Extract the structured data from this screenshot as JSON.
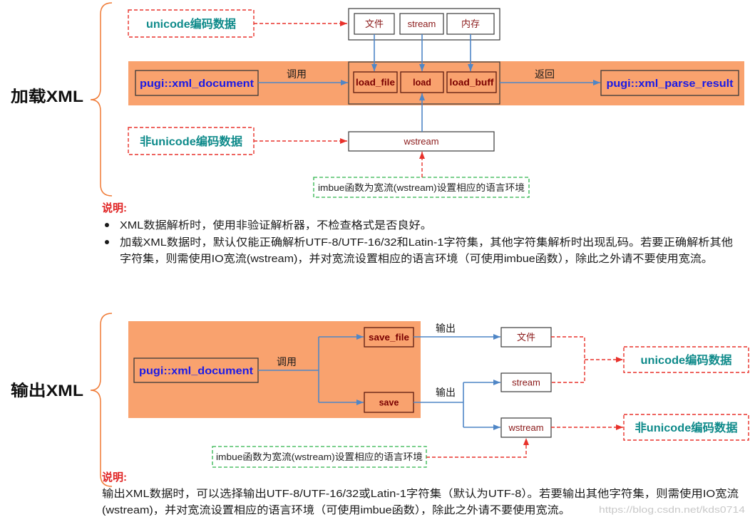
{
  "load": {
    "title": "加载XML",
    "unicode_input": "unicode编码数据",
    "non_unicode_input": "非unicode编码数据",
    "sources": [
      "文件",
      "stream",
      "内存"
    ],
    "document": "pugi::xml_document",
    "call_label": "调用",
    "functions": [
      "load_file",
      "load",
      "load_buff"
    ],
    "return_label": "返回",
    "result": "pugi::xml_parse_result",
    "wide_stream": "wstream",
    "imbue_note": "imbue函数为宽流(wstream)设置相应的语言环境",
    "notes_title": "说明:",
    "bullets": [
      {
        "lines": [
          "XML数据解析时，使用非验证解析器，不检查格式是否良好。"
        ]
      },
      {
        "lines": [
          "加载XML数据时，默认仅能正确解析UTF-8/UTF-16/32和Latin-1字符集，其他字符集解析时出现乱码。若要正确解析其他",
          "字符集，则需使用IO宽流(wstream)，并对宽流设置相应的语言环境（可使用imbue函数），除此之外请不要使用宽流。"
        ]
      }
    ]
  },
  "save": {
    "title": "输出XML",
    "document": "pugi::xml_document",
    "call_label": "调用",
    "functions": [
      "save_file",
      "save"
    ],
    "output_labels": [
      "输出",
      "输出"
    ],
    "targets": [
      "文件",
      "stream",
      "wstream"
    ],
    "unicode_output": "unicode编码数据",
    "non_unicode_output": "非unicode编码数据",
    "imbue_note": "imbue函数为宽流(wstream)设置相应的语言环境",
    "notes_title": "说明:",
    "note_lines": [
      "输出XML数据时，可以选择输出UTF-8/UTF-16/32或Latin-1字符集（默认为UTF-8）。若要输出其他字符集，则需使用IO宽流",
      "(wstream)，并对宽流设置相应的语言环境（可使用imbue函数），除此之外请不要使用宽流。"
    ]
  },
  "watermark": "https://blog.csdn.net/kds0714",
  "colors": {
    "orange_band": "#F9A26E",
    "box_stroke": "#3A3A3A",
    "doc_text_blue": "#1A1AE6",
    "teal_text": "#0E8A8A",
    "dashed_red": "#E8322B",
    "dashed_green": "#2DB34A",
    "arrow_blue": "#4F86C6",
    "dark_red_text": "#8B1A1A",
    "note_red": "#E02222",
    "brace_orange": "#F07A35",
    "watermark_gray": "#C8C8C8"
  }
}
